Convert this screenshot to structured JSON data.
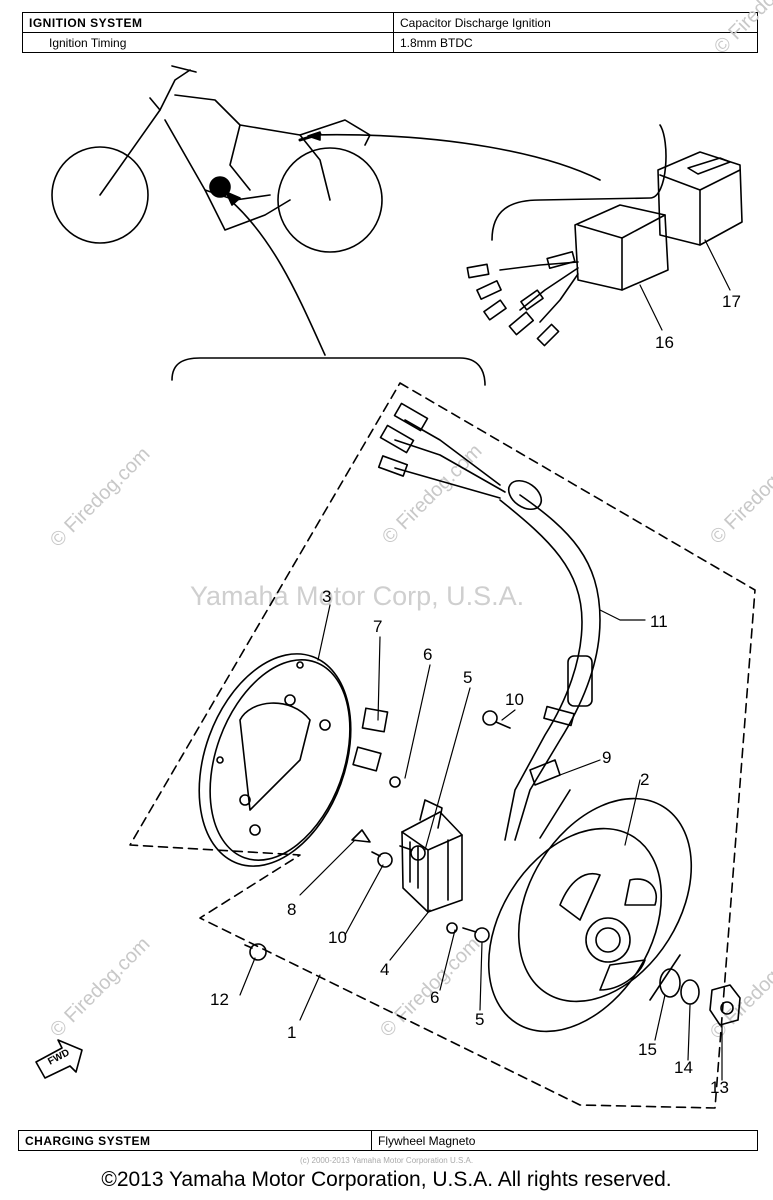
{
  "top_table": {
    "row1_label": "IGNITION SYSTEM",
    "row1_value": "Capacitor Discharge Ignition",
    "row2_label": "Ignition Timing",
    "row2_value": "1.8mm BTDC"
  },
  "bottom_table": {
    "label": "CHARGING SYSTEM",
    "value": "Flywheel Magneto"
  },
  "callouts": {
    "c1": "1",
    "c2": "2",
    "c3": "3",
    "c4": "4",
    "c5a": "5",
    "c5b": "5",
    "c6a": "6",
    "c6b": "6",
    "c7": "7",
    "c8": "8",
    "c9": "9",
    "c10a": "10",
    "c10b": "10",
    "c11": "11",
    "c12": "12",
    "c13": "13",
    "c14": "14",
    "c15": "15",
    "c16": "16",
    "c17": "17"
  },
  "fwd_label": "FWD",
  "watermarks": {
    "firedog": "© Firedog.com",
    "yamaha": "Yamaha Motor Corp, U.S.A."
  },
  "tiny_note": "(c) 2000-2013 Yamaha Motor Corporation U.S.A.",
  "copyright": "©2013 Yamaha Motor Corporation, U.S.A. All rights reserved."
}
